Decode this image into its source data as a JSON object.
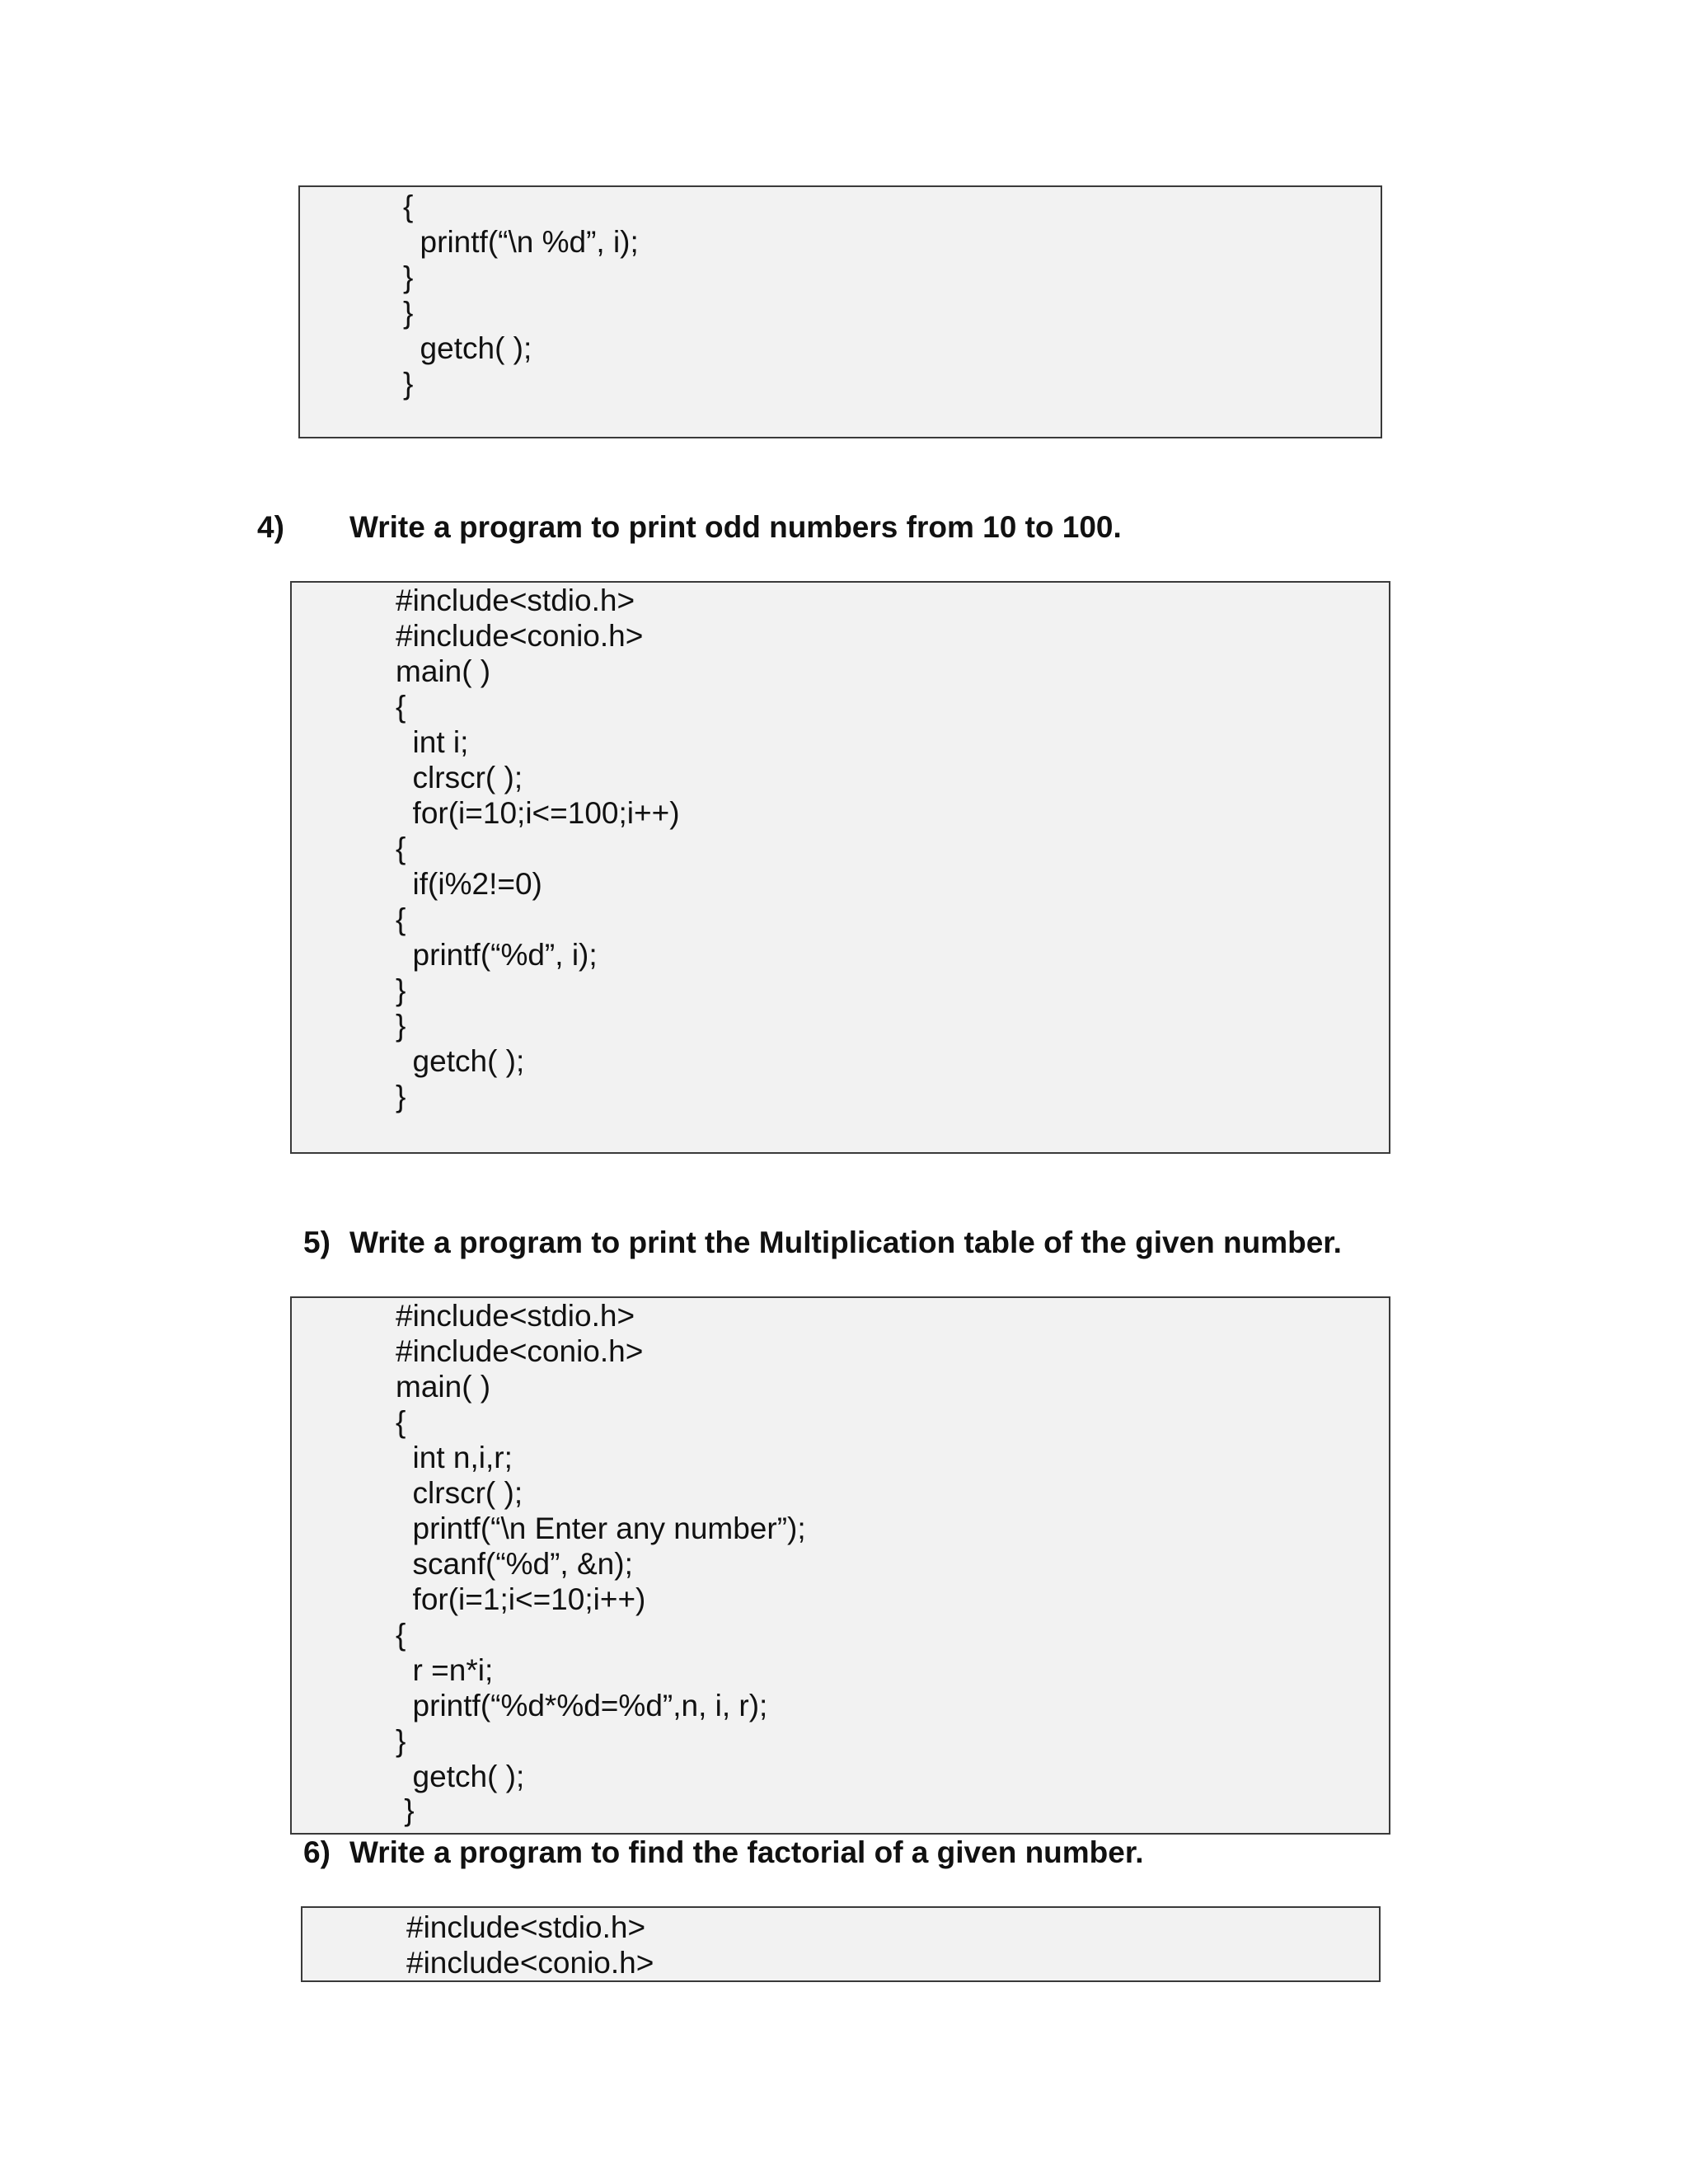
{
  "block_continued": {
    "lines": [
      "{",
      "  printf(“\\n %d”, i);",
      "}",
      "}",
      "  getch( );",
      "}"
    ]
  },
  "question_4": {
    "number": "4)",
    "title": "Write a program to print odd numbers from 10 to 100.",
    "code_lines": [
      "#include<stdio.h>",
      "#include<conio.h>",
      "main( )",
      "{",
      "  int i;",
      "  clrscr( );",
      "  for(i=10;i<=100;i++)",
      "{",
      "  if(i%2!=0)",
      "{",
      "  printf(“%d”, i);",
      "}",
      "}",
      "  getch( );",
      "}"
    ]
  },
  "question_5": {
    "number": "5)",
    "title": "Write a program to print the Multiplication table of the given number.",
    "code_lines": [
      "#include<stdio.h>",
      "#include<conio.h>",
      "main( )",
      "{",
      "  int n,i,r;",
      "  clrscr( );",
      "  printf(“\\n Enter any number”);",
      "  scanf(“%d”, &n);",
      "  for(i=1;i<=10;i++)",
      "{",
      "  r =n*i;",
      "  printf(“%d*%d=%d”,n, i, r);",
      "}",
      "  getch( );",
      " }"
    ]
  },
  "question_6": {
    "number": "6)",
    "title": "Write a program to find the factorial of a given number.",
    "code_lines": [
      "#include<stdio.h>",
      "#include<conio.h>"
    ]
  }
}
